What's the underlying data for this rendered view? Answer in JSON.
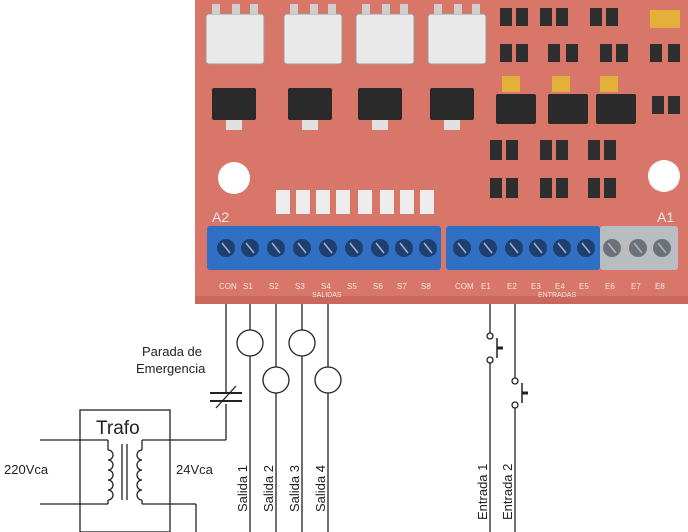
{
  "board": {
    "corner_left": "A2",
    "corner_right": "A1",
    "terminals_left": [
      "CON",
      "S1",
      "S2",
      "S3",
      "S4",
      "S5",
      "S6",
      "S7",
      "S8"
    ],
    "terminals_right": [
      "COM",
      "E1",
      "E2",
      "E3",
      "E4",
      "E5",
      "E6",
      "E7",
      "E8"
    ],
    "group_salidas": "SALIDAS",
    "group_entradas": "ENTRADAS"
  },
  "wiring": {
    "emergency_label_line1": "Parada de",
    "emergency_label_line2": "Emergencia",
    "transformer_label": "Trafo",
    "primary_voltage": "220Vca",
    "secondary_voltage": "24Vca",
    "outputs": [
      "Salida 1",
      "Salida 2",
      "Salida 3",
      "Salida 4"
    ],
    "inputs": [
      "Entrada 1",
      "Entrada 2"
    ]
  },
  "colors": {
    "pcb": "#d9766a",
    "terminal_block": "#2f6fc4",
    "terminal_grey": "#b9bcc0",
    "wire": "#222222"
  }
}
